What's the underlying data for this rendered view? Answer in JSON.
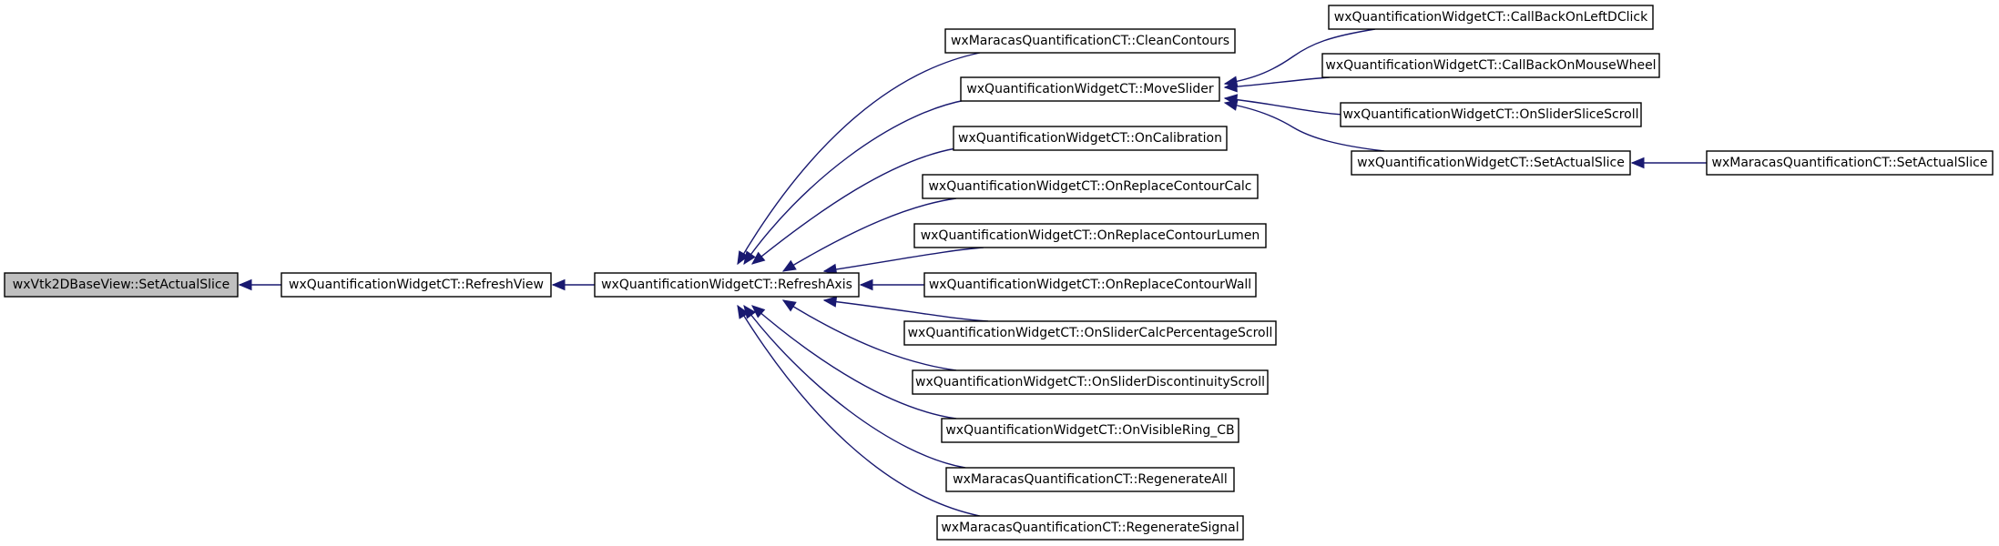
{
  "graph": {
    "kind": "caller graph",
    "nodes": [
      {
        "id": "root",
        "label": "wxVtk2DBaseView::SetActualSlice",
        "highlighted": true
      },
      {
        "id": "refreshView",
        "label": "wxQuantificationWidgetCT::RefreshView"
      },
      {
        "id": "refreshAxis",
        "label": "wxQuantificationWidgetCT::RefreshAxis"
      },
      {
        "id": "cleanContours",
        "label": "wxMaracasQuantificationCT::CleanContours"
      },
      {
        "id": "moveSlider",
        "label": "wxQuantificationWidgetCT::MoveSlider"
      },
      {
        "id": "onCalibration",
        "label": "wxQuantificationWidgetCT::OnCalibration"
      },
      {
        "id": "onReplaceContourCalc",
        "label": "wxQuantificationWidgetCT::OnReplaceContourCalc"
      },
      {
        "id": "onReplaceContourLumen",
        "label": "wxQuantificationWidgetCT::OnReplaceContourLumen"
      },
      {
        "id": "onReplaceContourWall",
        "label": "wxQuantificationWidgetCT::OnReplaceContourWall"
      },
      {
        "id": "onSliderCalcPercentageScroll",
        "label": "wxQuantificationWidgetCT::OnSliderCalcPercentageScroll"
      },
      {
        "id": "onSliderDiscontinuityScroll",
        "label": "wxQuantificationWidgetCT::OnSliderDiscontinuityScroll"
      },
      {
        "id": "onVisibleRingCB",
        "label": "wxQuantificationWidgetCT::OnVisibleRing_CB"
      },
      {
        "id": "regenerateAll",
        "label": "wxMaracasQuantificationCT::RegenerateAll"
      },
      {
        "id": "regenerateSignal",
        "label": "wxMaracasQuantificationCT::RegenerateSignal"
      },
      {
        "id": "callBackOnLeftDClick",
        "label": "wxQuantificationWidgetCT::CallBackOnLeftDClick"
      },
      {
        "id": "callBackOnMouseWheel",
        "label": "wxQuantificationWidgetCT::CallBackOnMouseWheel"
      },
      {
        "id": "onSliderSliceScroll",
        "label": "wxQuantificationWidgetCT::OnSliderSliceScroll"
      },
      {
        "id": "qwSetActualSlice",
        "label": "wxQuantificationWidgetCT::SetActualSlice"
      },
      {
        "id": "mqSetActualSlice",
        "label": "wxMaracasQuantificationCT::SetActualSlice"
      }
    ],
    "edges": [
      {
        "from": "refreshView",
        "to": "root"
      },
      {
        "from": "refreshAxis",
        "to": "refreshView"
      },
      {
        "from": "cleanContours",
        "to": "refreshAxis"
      },
      {
        "from": "moveSlider",
        "to": "refreshAxis"
      },
      {
        "from": "onCalibration",
        "to": "refreshAxis"
      },
      {
        "from": "onReplaceContourCalc",
        "to": "refreshAxis"
      },
      {
        "from": "onReplaceContourLumen",
        "to": "refreshAxis"
      },
      {
        "from": "onReplaceContourWall",
        "to": "refreshAxis"
      },
      {
        "from": "onSliderCalcPercentageScroll",
        "to": "refreshAxis"
      },
      {
        "from": "onSliderDiscontinuityScroll",
        "to": "refreshAxis"
      },
      {
        "from": "onVisibleRingCB",
        "to": "refreshAxis"
      },
      {
        "from": "regenerateAll",
        "to": "refreshAxis"
      },
      {
        "from": "regenerateSignal",
        "to": "refreshAxis"
      },
      {
        "from": "callBackOnLeftDClick",
        "to": "moveSlider"
      },
      {
        "from": "callBackOnMouseWheel",
        "to": "moveSlider"
      },
      {
        "from": "onSliderSliceScroll",
        "to": "moveSlider"
      },
      {
        "from": "qwSetActualSlice",
        "to": "moveSlider"
      },
      {
        "from": "mqSetActualSlice",
        "to": "qwSetActualSlice"
      }
    ]
  }
}
